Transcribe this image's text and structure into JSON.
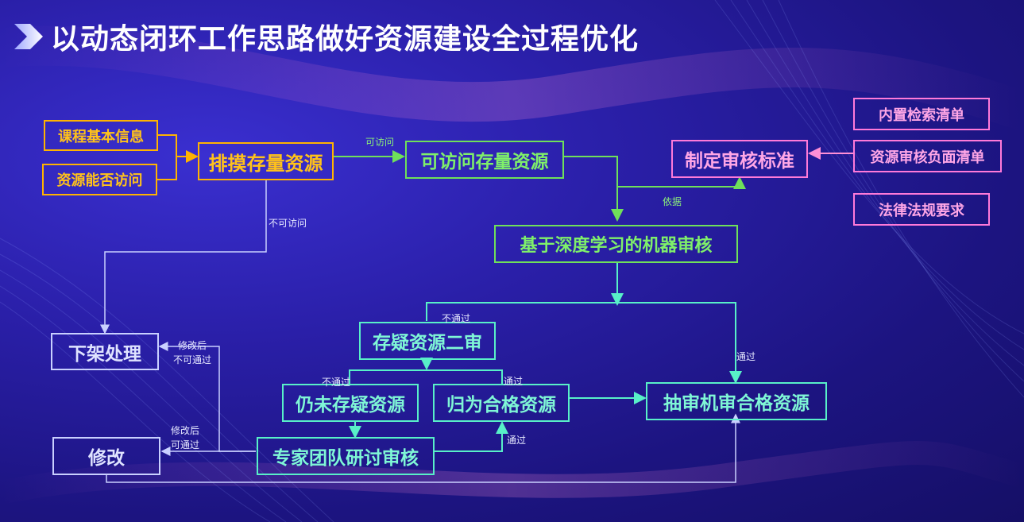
{
  "header": {
    "title": "以动态闭环工作思路做好资源建设全过程优化"
  },
  "nodes": {
    "course_info": "课程基本信息",
    "resource_access": "资源能否访问",
    "inventory_check": "排摸存量资源",
    "accessible_inventory": "可访问存量资源",
    "set_standards": "制定审核标准",
    "builtin_search_list": "内置检索清单",
    "negative_list": "资源审核负面清单",
    "laws_regulations": "法律法规要求",
    "ml_review": "基于深度学习的机器审核",
    "second_review": "存疑资源二审",
    "still_doubtful": "仍未存疑资源",
    "qualified": "归为合格资源",
    "spot_check": "抽审机审合格资源",
    "expert_review": "专家团队研讨审核",
    "takedown": "下架处理",
    "modify": "修改"
  },
  "edge_labels": {
    "accessible": "可访问",
    "not_accessible": "不可访问",
    "basis": "依据",
    "fail1": "不通过",
    "pass1": "通过",
    "fail2": "不通过",
    "pass2": "通过",
    "pass3": "通过",
    "after_modify_1": "修改后",
    "still_fail_1": "不可通过",
    "after_modify_2": "修改后",
    "can_pass": "可通过"
  },
  "colors": {
    "orange": "#ffb300",
    "green": "#6fe05a",
    "pink": "#ff7ad9",
    "teal": "#58f0c8",
    "white": "#c9d0ff"
  }
}
